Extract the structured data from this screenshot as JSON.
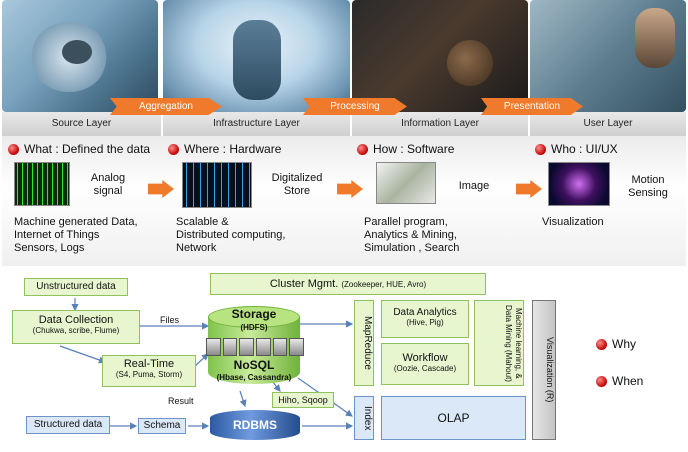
{
  "stages": {
    "aggregation": "Aggregation",
    "processing": "Processing",
    "presentation": "Presentation"
  },
  "layers": [
    "Source Layer",
    "Infrastructure Layer",
    "Information Layer",
    "User Layer"
  ],
  "columns": [
    {
      "head": "What  : Defined the data",
      "thumb_label": "Analog\nsignal",
      "text": "Machine generated Data,\nInternet of Things\nSensors, Logs"
    },
    {
      "head": "Where : Hardware",
      "thumb_label": "Digitalized\nStore",
      "text": "Scalable &\nDistributed computing,\nNetwork"
    },
    {
      "head": "How : Software",
      "thumb_label": "Image",
      "text": "Parallel program,\nAnalytics & Mining,\nSimulation , Search"
    },
    {
      "head": "Who : UI/UX",
      "thumb_label": "Motion\nSensing",
      "text": "Visualization"
    }
  ],
  "bottom": {
    "unstructured": "Unstructured data",
    "collection_title": "Data Collection",
    "collection_sub": "(Chukwa, scribe, Flume)",
    "realtime_title": "Real-Time",
    "realtime_sub": "(S4, Puma, Storm)",
    "structured": "Structured data",
    "schema": "Schema",
    "files": "Files",
    "result": "Result",
    "cluster": "Cluster Mgmt.",
    "cluster_sub": "(Zookeeper, HUE, Avro)",
    "storage": "Storage",
    "storage_sub": "(HDFS)",
    "nosql": "NoSQL",
    "nosql_sub": "(Hbase, Cassandra)",
    "rdbms": "RDBMS",
    "hiho": "Hiho, Sqoop",
    "mapreduce": "MapReduce",
    "index": "Index",
    "analytics_title": "Data Analytics",
    "analytics_sub": "(Hive, Pig)",
    "workflow_title": "Workflow",
    "workflow_sub": "(Oozie, Cascade)",
    "ml": "Machine learning, & Data Mining (Mahout)",
    "olap": "OLAP",
    "visualization": "Visualization (R)",
    "why": "Why",
    "when": "When"
  },
  "colors": {
    "accent": "#f07a2c",
    "bullet": "#c00000",
    "green_box": "#e7f6cf",
    "blue_box": "#dbe8f7"
  }
}
